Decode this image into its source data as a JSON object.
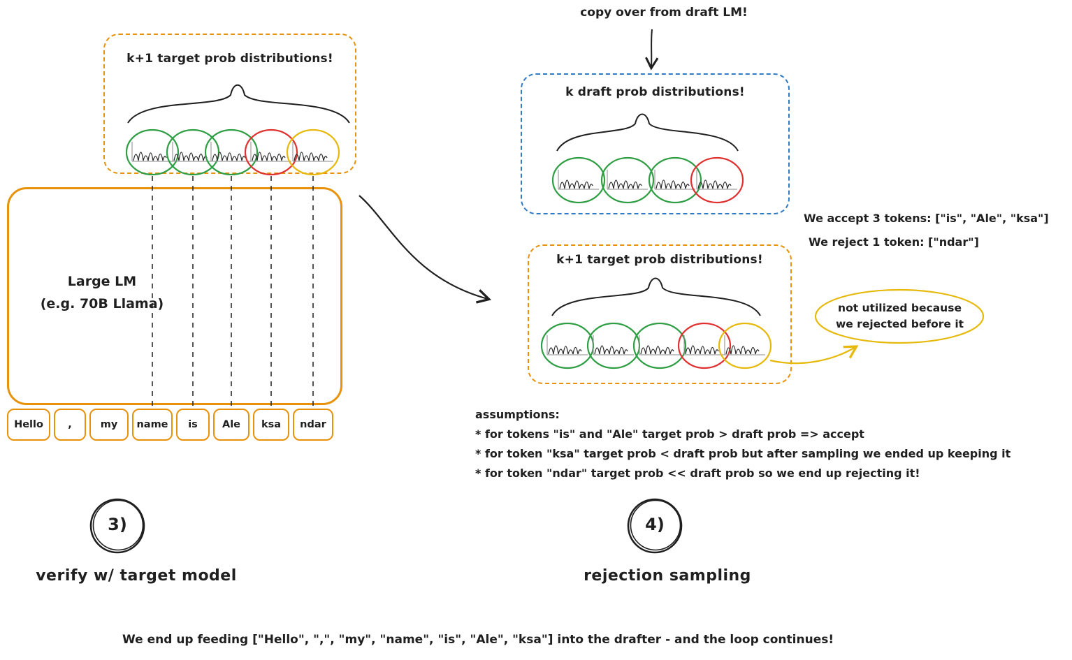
{
  "colors": {
    "orange": "#e8920c",
    "blue": "#2f7cc4",
    "green": "#2f9e44",
    "red": "#e03131",
    "yellow": "#e6b90d",
    "ink": "#1f1f1f"
  },
  "target_box_left": {
    "label": "k+1 target prob distributions!"
  },
  "large_lm": {
    "line1": "Large LM",
    "line2": "(e.g. 70B Llama)"
  },
  "tokens": [
    "Hello",
    ",",
    "my",
    "name",
    "is",
    "Ale",
    "ksa",
    "ndar"
  ],
  "draft_box": {
    "copy_note": "copy over from draft LM!",
    "label": "k draft prob distributions!"
  },
  "target_box_right": {
    "label": "k+1 target prob distributions!"
  },
  "accept_note": {
    "accept": "We accept 3 tokens: [\"is\", \"Ale\", \"ksa\"]",
    "reject": "We reject 1 token: [\"ndar\"]"
  },
  "callout": {
    "line1": "not utilized because",
    "line2": "we rejected before it"
  },
  "assumptions": {
    "title": "assumptions:",
    "items": [
      "* for tokens \"is\" and \"Ale\" target prob > draft prob => accept",
      "* for token \"ksa\" target prob < draft prob but after sampling we ended up keeping it",
      "* for token \"ndar\" target prob << draft prob so we end up rejecting it!"
    ]
  },
  "steps": [
    {
      "number": "3)",
      "label": "verify w/ target model"
    },
    {
      "number": "4)",
      "label": "rejection sampling"
    }
  ],
  "footer": "We end up feeding [\"Hello\", \",\", \"my\", \"name\", \"is\", \"Ale\", \"ksa\"] into the drafter - and the loop continues!"
}
